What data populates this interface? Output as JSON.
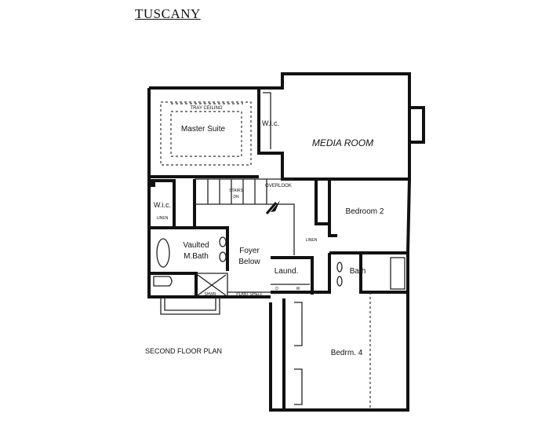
{
  "title": "TUSCANY",
  "plan_label": "SECOND FLOOR PLAN",
  "rooms": {
    "tray_ceiling": "TRAY CEILING",
    "master_suite": "Master Suite",
    "wic_master": "W.i.c.",
    "media_room": "MEDIA ROOM",
    "stairs": "STAIRS",
    "stairs_dn": "DN",
    "overlook": "OVERLOOK",
    "wic_left": "W.i.c.",
    "linen_left": "LINEN",
    "bedroom2": "Bedroom 2",
    "vaulted": "Vaulted",
    "mbath": "M.Bath",
    "foyer": "Foyer",
    "below": "Below",
    "linen_right": "LINEN",
    "laund": "Laund.",
    "dryer": "D",
    "washer": "W",
    "bath": "Bath",
    "shwr": "SHWR",
    "plant_shelf": "PLANT SHELF",
    "bedrm4": "Bedrm. 4"
  }
}
